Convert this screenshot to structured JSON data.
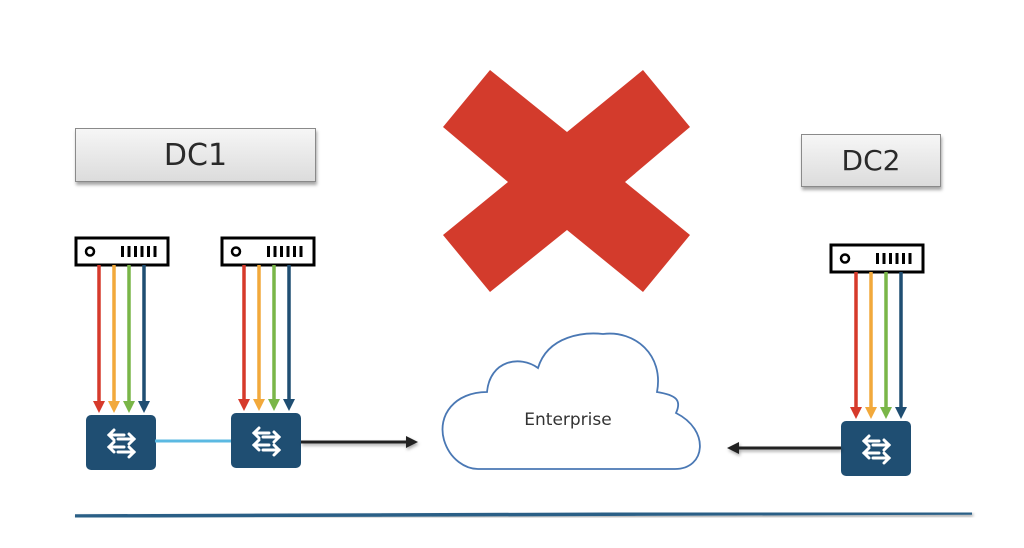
{
  "labels": {
    "dc1": "DC1",
    "dc2": "DC2",
    "cloud": "Enterprise"
  },
  "colors": {
    "cross": "#d33b2c",
    "switch": "#1f4e72",
    "cloud_stroke": "#4a78b4",
    "interlink": "#5bb9e2",
    "uplink": "#222222",
    "baseline": "#2c5f86",
    "lanes": [
      "#d63a2b",
      "#f2a93b",
      "#7ab648",
      "#1f4e72"
    ]
  },
  "nodes": {
    "servers": [
      {
        "id": "dc1-server-1",
        "site": "DC1"
      },
      {
        "id": "dc1-server-2",
        "site": "DC1"
      },
      {
        "id": "dc2-server-1",
        "site": "DC2"
      }
    ],
    "switches": [
      {
        "id": "dc1-switch-1",
        "site": "DC1"
      },
      {
        "id": "dc1-switch-2",
        "site": "DC1"
      },
      {
        "id": "dc2-switch-1",
        "site": "DC2"
      }
    ]
  },
  "links": [
    {
      "from": "dc1-switch-1",
      "to": "dc1-switch-2",
      "type": "interlink"
    },
    {
      "from": "dc1-switch-2",
      "to": "Enterprise",
      "type": "uplink"
    },
    {
      "from": "dc2-switch-1",
      "to": "Enterprise",
      "type": "uplink"
    }
  ],
  "status": {
    "cross_mark": "blocked"
  }
}
